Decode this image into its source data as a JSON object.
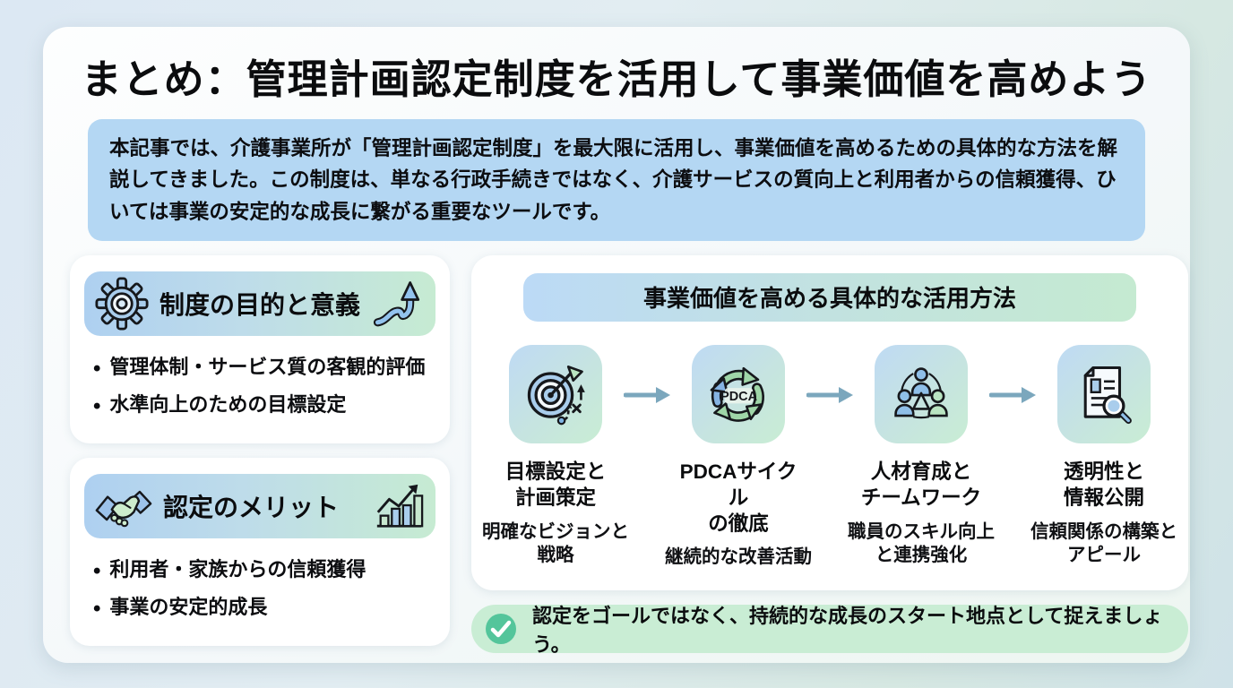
{
  "title": "まとめ：管理計画認定制度を活用して事業価値を高めよう",
  "intro": {
    "text": "本記事では、介護事業所が「管理計画認定制度」を最大限に活用し、事業価値を高めるための具体的な方法を解説してきました。この制度は、単なる行政手続きではなく、介護サービスの質向上と利用者からの信頼獲得、ひいては事業の安定的な成長に繋がる重要なツールです。"
  },
  "left_cards": [
    {
      "icon": "gear-icon",
      "accent_icon": "trend-up-arrow-icon",
      "title": "制度の目的と意義",
      "bullets": [
        "管理体制・サービス質の客観的評価",
        "水準向上のための目標設定"
      ]
    },
    {
      "icon": "handshake-icon",
      "accent_icon": "bar-chart-icon",
      "title": "認定のメリット",
      "bullets": [
        "利用者・家族からの信頼獲得",
        "事業の安定的成長"
      ]
    }
  ],
  "process": {
    "header": "事業価値を高める具体的な活用方法",
    "steps": [
      {
        "icon": "target-icon",
        "title_line1": "目標設定と",
        "title_line2": "計画策定",
        "subtitle": "明確なビジョンと戦略"
      },
      {
        "icon": "pdca-cycle-icon",
        "title_line1": "PDCAサイクル",
        "title_line2": "の徹底",
        "subtitle": "継続的な改善活動"
      },
      {
        "icon": "team-icon",
        "title_line1": "人材育成と",
        "title_line2": "チームワーク",
        "subtitle": "職員のスキル向上と連携強化"
      },
      {
        "icon": "document-search-icon",
        "title_line1": "透明性と",
        "title_line2": "情報公開",
        "subtitle": "信頼関係の構築とアピール"
      }
    ],
    "pdca_label": "PDCA"
  },
  "note": {
    "icon": "check-circle-icon",
    "text": "認定をゴールではなく、持続的な成長のスタート地点として捉えましょう。"
  },
  "colors": {
    "intro_box": "#b4d7f3",
    "header_gradient_blue": "#aed0f0",
    "header_gradient_green": "#c6ebd2",
    "tile_gradient_blue": "#bfdaf4",
    "tile_gradient_green": "#c9edd4",
    "note_bar": "#c9edd4",
    "check_circle": "#54c59b",
    "step_arrow": "#7ba7bd",
    "icon_blue": "#a9cdec",
    "icon_green": "#c8e8cf"
  }
}
